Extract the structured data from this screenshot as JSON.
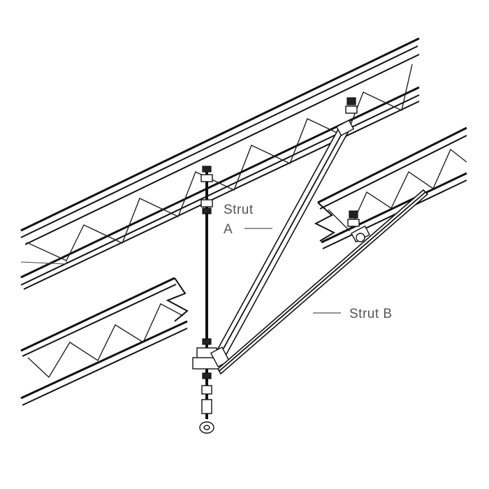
{
  "labels": {
    "strut_a_line1": "Strut",
    "strut_a_line2": "A",
    "strut_b": "Strut B"
  },
  "colors": {
    "line": "#111111",
    "label": "#555555",
    "background": "#ffffff"
  }
}
